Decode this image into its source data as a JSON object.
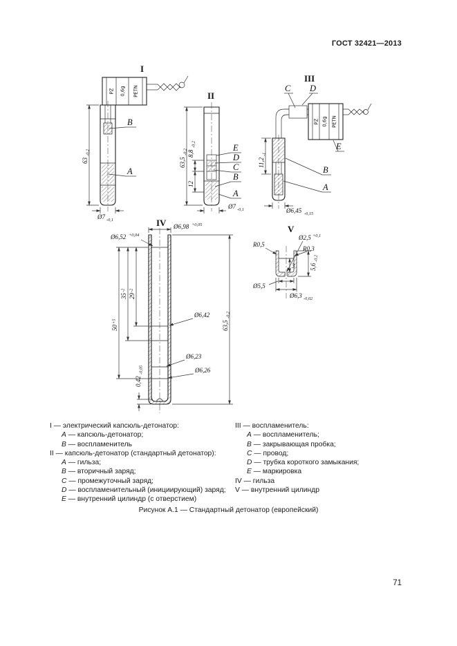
{
  "page": {
    "header": "ГОСТ 32421—2013",
    "page_number": "71",
    "figure_caption": "Рисунок А.1 — Стандартный детонатор (европейский)"
  },
  "drawings": {
    "i": {
      "label": "I",
      "tag": {
        "l1": "PZ",
        "l2": "0,6g",
        "l3": "PETN"
      },
      "labels": {
        "A": "A",
        "B": "B"
      },
      "dims": {
        "length": {
          "v": "63",
          "t": "-0,2"
        },
        "dia": {
          "v": "Ø7",
          "t": "-0,1"
        }
      }
    },
    "ii": {
      "label": "II",
      "labels": {
        "A": "A",
        "B": "B",
        "C": "C",
        "D": "D",
        "E": "E"
      },
      "dims": {
        "length": {
          "v": "63,5",
          "t": "-0,2"
        },
        "upper": {
          "v": "8,8",
          "t": "-0,2"
        },
        "lower": {
          "v": "12"
        },
        "dia": {
          "v": "Ø7",
          "t": "-0,1"
        }
      }
    },
    "iii": {
      "label": "III",
      "tag": {
        "l1": "PZ",
        "l2": "0,6g",
        "l3": "PETN"
      },
      "labels": {
        "A": "A",
        "B": "B",
        "C": "C",
        "D": "D",
        "E": "E"
      },
      "dims": {
        "head": {
          "v": "11,2",
          "t": "-1"
        },
        "dia": {
          "v": "Ø6,45",
          "t": "-0,15"
        }
      }
    },
    "iv": {
      "label": "IV",
      "dims": {
        "dia_top": {
          "v": "Ø6,98",
          "t": "+0,05"
        },
        "dia_inner_top": {
          "v": "Ø6,52",
          "t": "+0,04"
        },
        "depth_35": {
          "v": "35",
          "t": "-2"
        },
        "depth_29": {
          "v": "29",
          "t": "-2"
        },
        "depth_50": {
          "v": "50",
          "t": "+5"
        },
        "length": {
          "v": "63,5",
          "t": "-0,2"
        },
        "dia_642": {
          "v": "Ø6,42"
        },
        "dia_623": {
          "v": "Ø6,23"
        },
        "dia_626": {
          "v": "Ø6,26"
        },
        "bottom": {
          "v": "0,42",
          "t": "-0,05"
        }
      }
    },
    "v": {
      "label": "V",
      "dims": {
        "hole": {
          "v": "Ø2,5",
          "t": "+0,1"
        },
        "r_outer": {
          "v": "R0,5"
        },
        "r_inner": {
          "v": "R0,3"
        },
        "height": {
          "v": "5,6",
          "t": "-0,2"
        },
        "depth": {
          "v": "3"
        },
        "dia_inner": {
          "v": "Ø5,5"
        },
        "dia_outer": {
          "v": "Ø6,3",
          "t": "-0,02"
        }
      }
    }
  },
  "legend": {
    "col1": [
      {
        "term": "I",
        "rest": "— электрический капсюль-детонатор:"
      },
      {
        "term": "A",
        "rest": "— капсюль-детонатор;"
      },
      {
        "term": "B",
        "rest": "— воспламенитель"
      },
      {
        "term": "II",
        "rest": "— капсюль-детонатор (стандартный детонатор):"
      },
      {
        "term": "A",
        "rest": "— гильза;"
      },
      {
        "term": "B",
        "rest": "— вторичный заряд;"
      },
      {
        "term": "C",
        "rest": "— промежуточный заряд;"
      },
      {
        "term": "D",
        "rest": "— воспламенительный (инициирующий) заряд;"
      },
      {
        "term": "E",
        "rest": "— внутренний цилиндр (с отверстием)"
      }
    ],
    "col2": [
      {
        "term": "III",
        "rest": "— воспламенитель:"
      },
      {
        "term": "A",
        "rest": "— воспламенитель;"
      },
      {
        "term": "B",
        "rest": "— закрывающая пробка;"
      },
      {
        "term": "C",
        "rest": "— провод;"
      },
      {
        "term": "D",
        "rest": "— трубка короткого замыкания;"
      },
      {
        "term": "E",
        "rest": "— маркировка"
      },
      {
        "term": "IV",
        "rest": "— гильза"
      },
      {
        "term": "V",
        "rest": "— внутренний цилиндр"
      }
    ]
  }
}
